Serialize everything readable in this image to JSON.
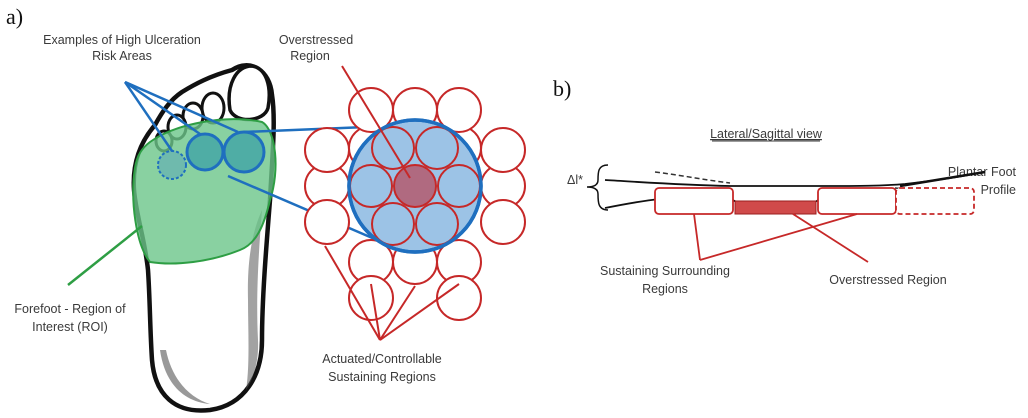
{
  "panel_a": {
    "letter": "a)",
    "label_examples_line1": "Examples of High Ulceration",
    "label_examples_line2": "Risk Areas",
    "label_overstressed_line1": "Overstressed",
    "label_overstressed_line2": "Region",
    "label_forefoot_line1": "Forefoot - Region of",
    "label_forefoot_line2": "Interest (ROI)",
    "label_actuated_line1": "Actuated/Controllable",
    "label_actuated_line2": "Sustaining Regions"
  },
  "panel_b": {
    "letter": "b)",
    "label_view": "Lateral/Sagittal view",
    "label_plantar_line1": "Plantar Foot",
    "label_plantar_line2": "Profile",
    "label_delta": "Δl*",
    "label_sustaining_line1": "Sustaining Surrounding",
    "label_sustaining_line2": "Regions",
    "label_overstressed": "Overstressed Region"
  },
  "colors": {
    "blue": "#1f6fbf",
    "red": "#c62828",
    "green": "#2e9e44",
    "forefoot_fill": "#6cc58a",
    "blue_fill": "#9cc3e6",
    "overstressed_fill": "#b06a80",
    "overstressed_bar": "#d04a4a"
  }
}
